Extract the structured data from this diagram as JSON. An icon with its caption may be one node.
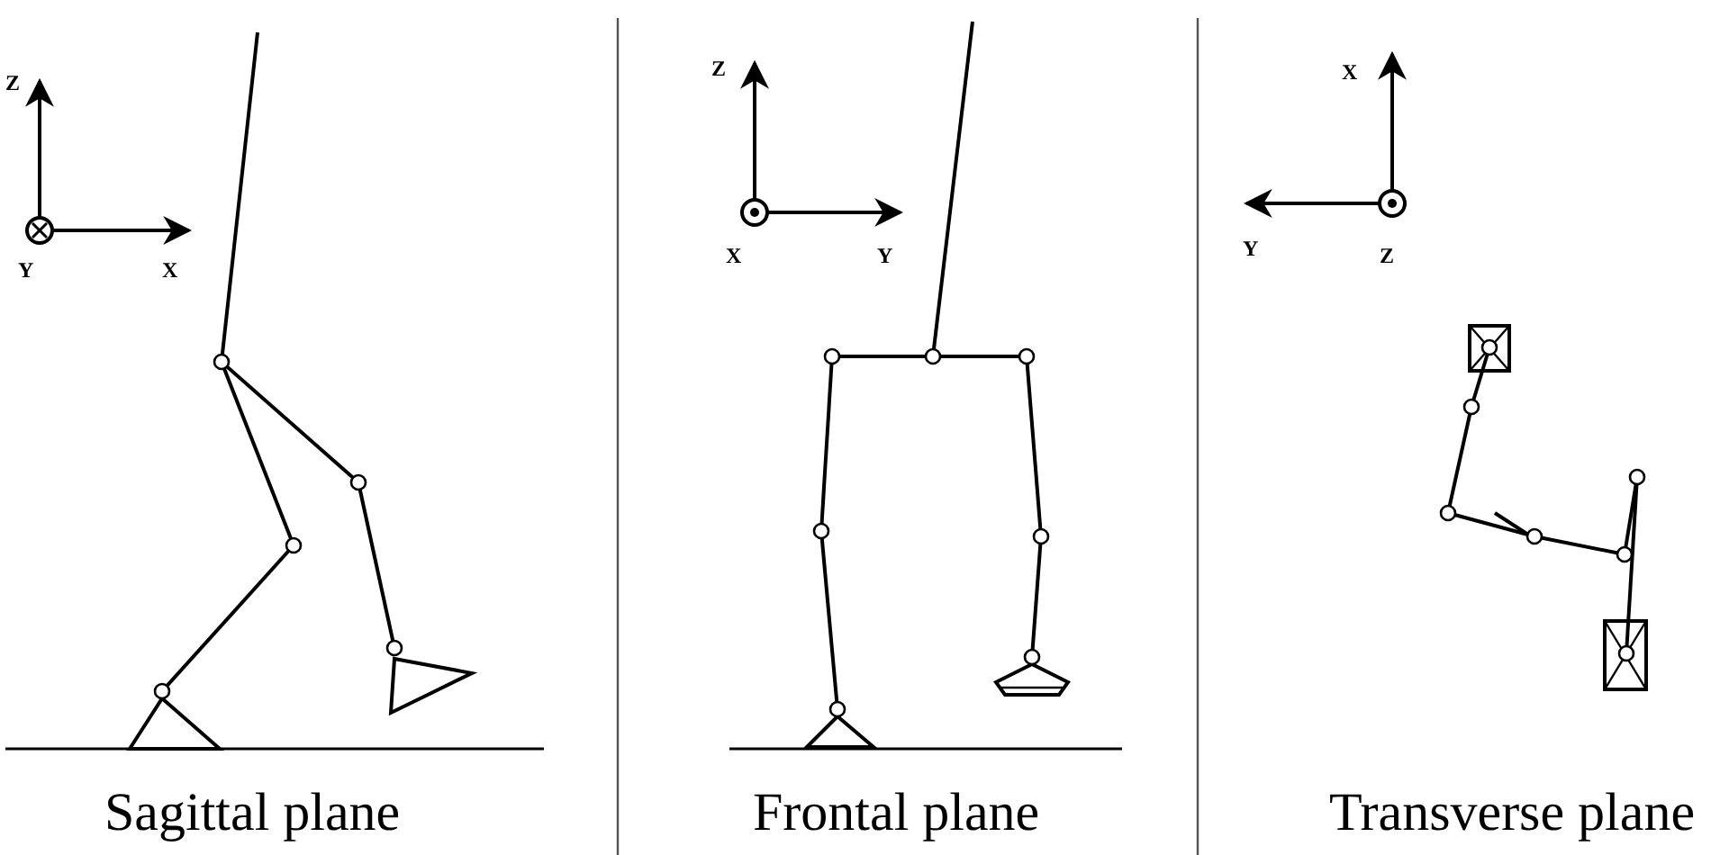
{
  "diagram": {
    "labels": [
      "Z",
      "Y",
      "X",
      "Sagittal plane",
      "Z",
      "X",
      "Y",
      "Frontal plane",
      "X",
      "Y",
      "Z",
      "Transverse plane"
    ]
  }
}
